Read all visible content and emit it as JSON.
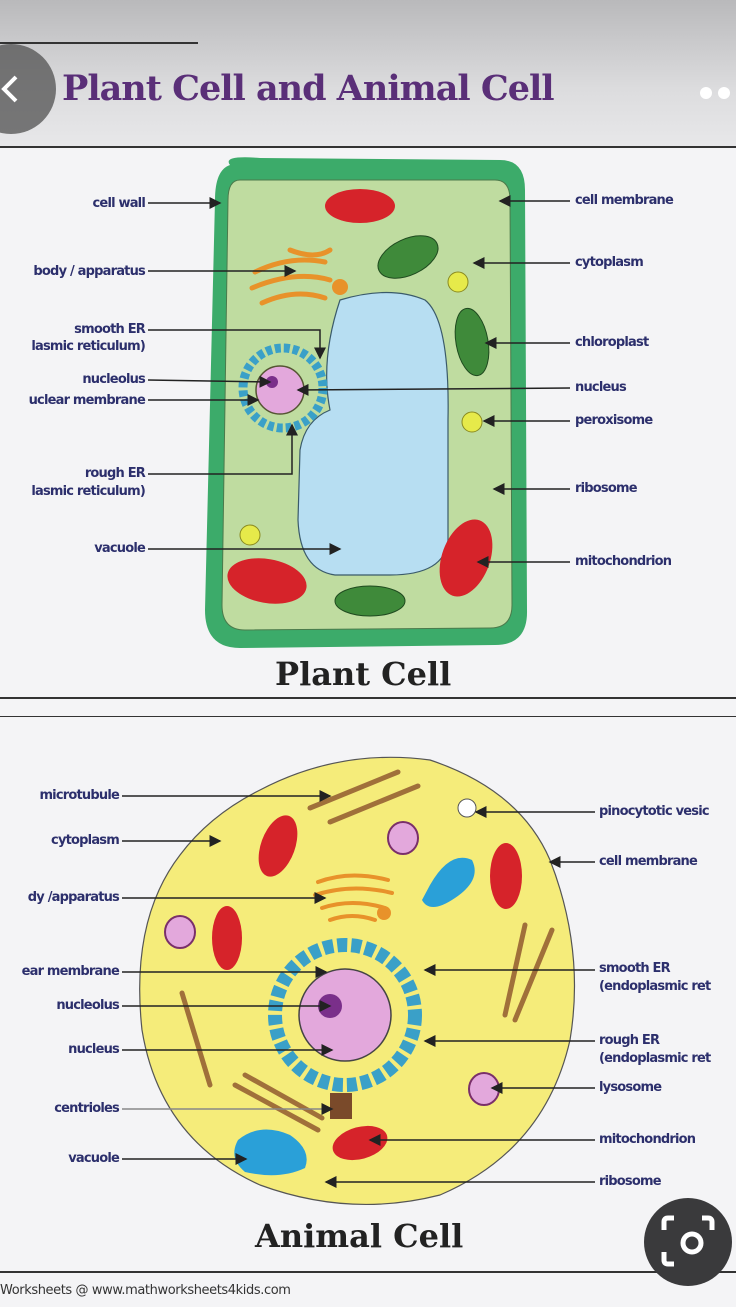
{
  "title": "Plant Cell and Animal Cell",
  "plant": {
    "heading": "Plant Cell",
    "left_labels": [
      "cell wall",
      "body / apparatus",
      "smooth ER",
      "lasmic reticulum)",
      "nucleolus",
      "uclear membrane",
      "rough ER",
      "lasmic reticulum)",
      "vacuole"
    ],
    "right_labels": [
      "cell membrane",
      "cytoplasm",
      "chloroplast",
      "nucleus",
      "peroxisome",
      "ribosome",
      "mitochondrion"
    ]
  },
  "animal": {
    "heading": "Animal Cell",
    "left_labels": [
      "microtubule",
      "cytoplasm",
      "dy /apparatus",
      "ear membrane",
      "nucleolus",
      "nucleus",
      "centrioles",
      "vacuole"
    ],
    "right_labels": [
      "pinocytotic vesic",
      "cell membrane",
      "smooth ER",
      "(endoplasmic ret",
      "rough ER",
      "(endoplasmic ret",
      "lysosome",
      "mitochondrion",
      "ribosome"
    ]
  },
  "footer": "Worksheets @ www.mathworksheets4kids.com",
  "colors": {
    "title": "#5a2f78",
    "label": "#2c2f6c",
    "cell_wall": "#3cab6a",
    "cytoplasm_plant": "#bfdca0",
    "vacuole": "#b7def2",
    "animal_cytoplasm": "#f5ec7a"
  }
}
